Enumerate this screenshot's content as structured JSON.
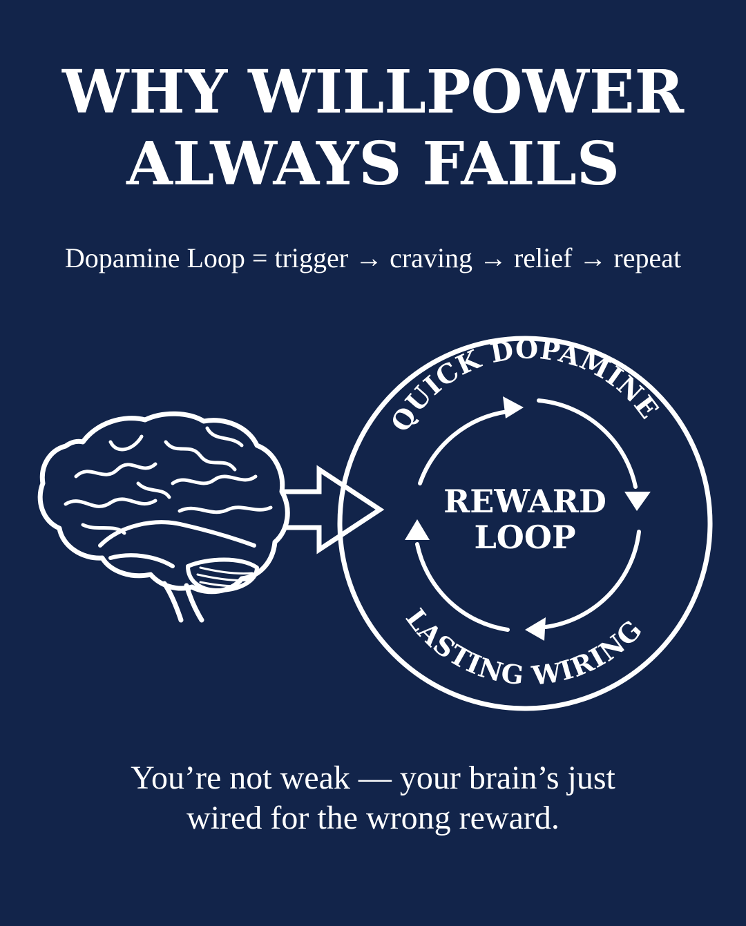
{
  "title": {
    "line1": "WHY WILLPOWER",
    "line2": "ALWAYS FAILS"
  },
  "subtitle": "Dopamine Loop = trigger → craving → relief → repeat",
  "diagram": {
    "top_arc_text": "QUICK DOPAMINE",
    "bottom_arc_text": "LASTING WIRING",
    "center_line1": "REWARD",
    "center_line2": "LOOP",
    "icons": [
      "brain-icon",
      "right-arrow-icon",
      "cycle-arrows-icon"
    ]
  },
  "footer": {
    "line1": "You’re not weak — your brain’s just",
    "line2": "wired for the wrong reward."
  },
  "colors": {
    "background": "#12244a",
    "foreground": "#ffffff"
  }
}
